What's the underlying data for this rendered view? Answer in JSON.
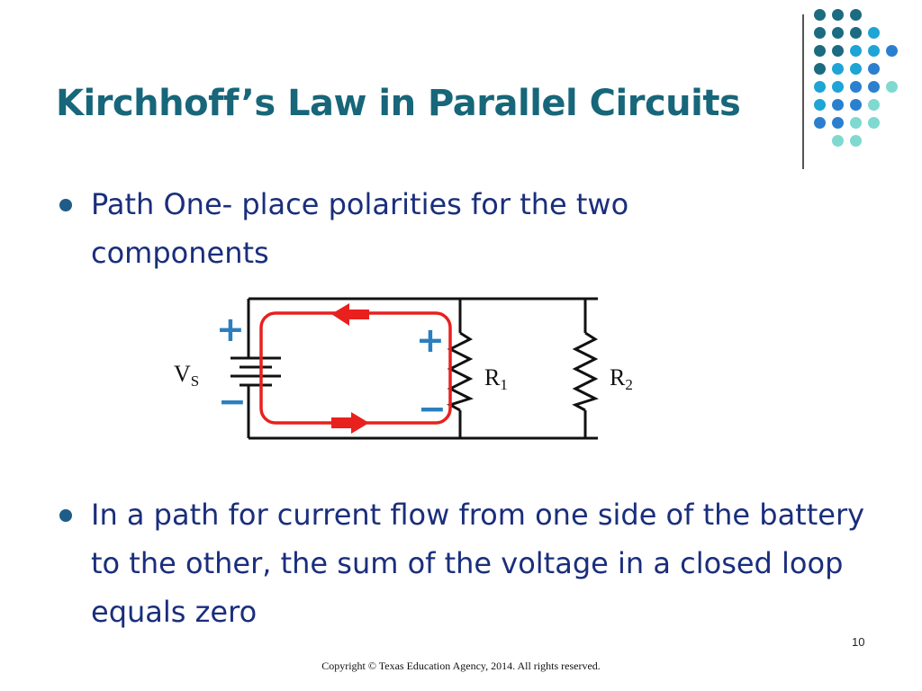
{
  "slide": {
    "title": "Kirchhoff’s Law in Parallel Circuits",
    "bullets": [
      "Path One- place polarities for the two components",
      "In a path for current flow from one side of the battery to the other, the sum of the voltage in a closed loop equals zero"
    ],
    "page_number": "10",
    "copyright": "Copyright © Texas Education Agency, 2014. All rights reserved."
  },
  "circuit": {
    "source_label": {
      "main": "V",
      "sub": "S"
    },
    "resistor1_label": {
      "main": "R",
      "sub": "1"
    },
    "resistor2_label": {
      "main": "R",
      "sub": "2"
    },
    "polarity_plus": "+",
    "polarity_minus": "−"
  },
  "colors": {
    "title": "#17667a",
    "body_text": "#1a2e7c",
    "bullet": "#1f5c87",
    "loop_path": "#e8201e",
    "polarity": "#2b7fbf",
    "dot_palette": [
      "#1c6b80",
      "#1ea4d5",
      "#2b7fcf",
      "#7fd9d0"
    ]
  }
}
